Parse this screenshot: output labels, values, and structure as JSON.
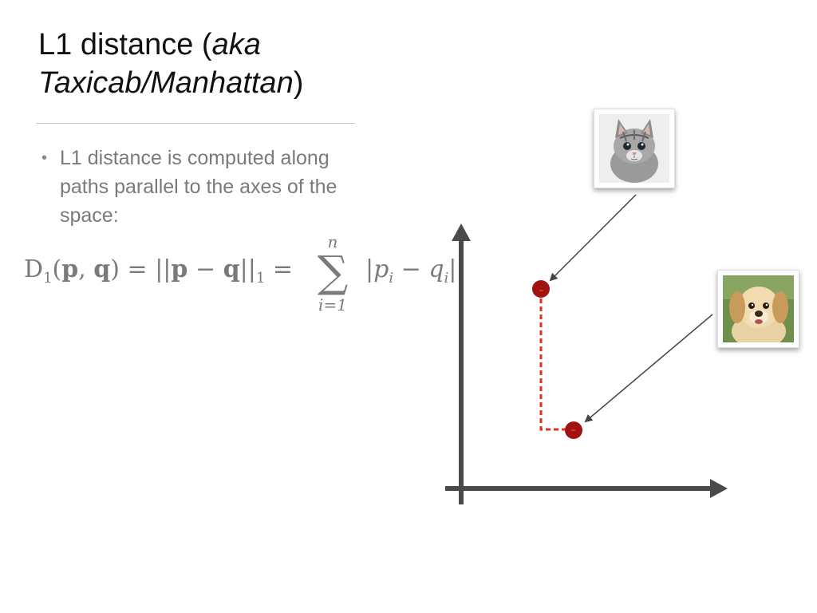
{
  "slide": {
    "title_plain": "L1 distance (",
    "title_italic_1": "aka",
    "title_italic_2": "Taxicab/Manhattan",
    "title_close": ")",
    "bullet_text": "L1 distance is computed along paths parallel to the axes of the space:"
  },
  "formula": {
    "lhs": "D₁(p, q) = ||p − q||₁ =",
    "sum_upper": "n",
    "sum_lower": "i=1",
    "rhs": "|pᵢ − qᵢ|"
  },
  "diagram": {
    "axis_color": "#4a4a4a",
    "point_color": "#a11212",
    "path_color": "#e0321a",
    "arrow_color": "#444444",
    "images": [
      "kitten-photo",
      "puppy-photo"
    ]
  }
}
